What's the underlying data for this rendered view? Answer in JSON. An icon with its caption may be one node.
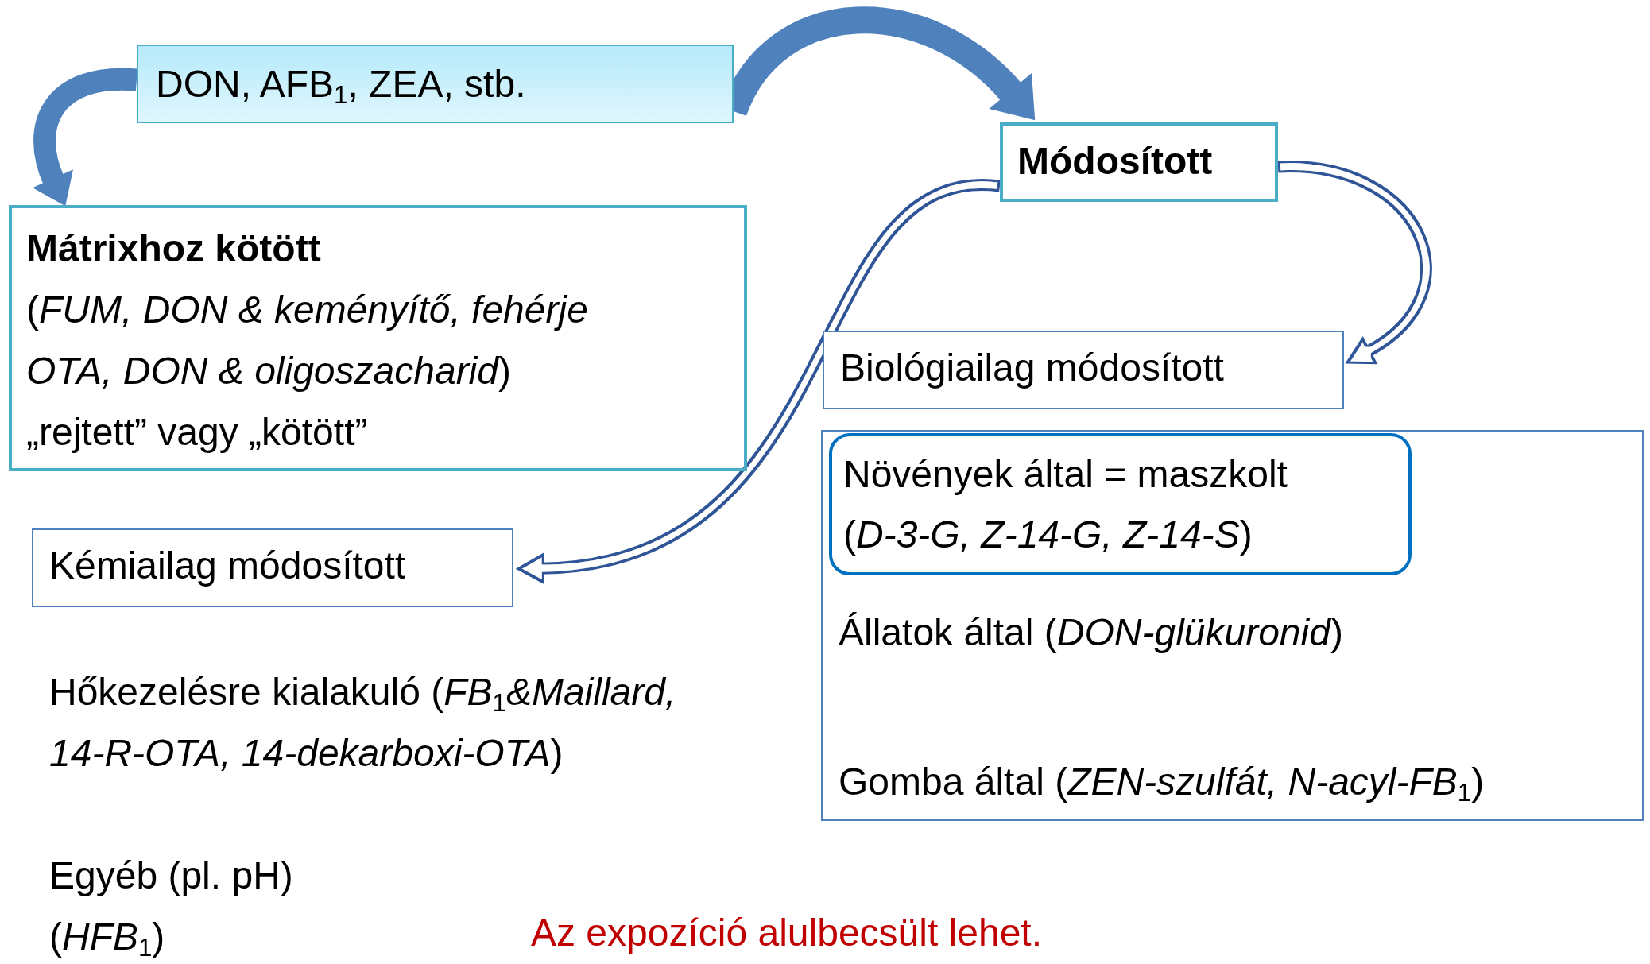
{
  "diagram": {
    "nodes": [
      {
        "text": [
          "DON, AFB$_{1}$, ZEA, stb."
        ]
      },
      {
        "text": [
          "Mátrixhoz kötött",
          "(*FUM, DON & keményítő, fehérje OTA, DON & oligoszacharid*)",
          "„rejtett” vagy „kötött”"
        ]
      },
      {
        "text": [
          "Módosított"
        ]
      },
      {
        "text": [
          "Kémiailag módosított"
        ]
      },
      {
        "text": [
          "Biológiailag módosított"
        ]
      },
      {
        "text": [
          "Állatok által (*DON-glükuronid*)",
          "Gomba által (*ZEN-szulfát, N-acyl-FB*$_{1}$)"
        ]
      },
      {
        "text": [
          "Növények által = maszkolt",
          "(*D-3-G, Z-14-G, Z-14-S*)"
        ],
        "in": 5
      }
    ],
    "edges": [
      {
        "from": 0,
        "to": 1,
        "arrow": "to",
        "style": "thick",
        "color": "#4f81bd"
      },
      {
        "from": 0,
        "to": 2,
        "arrow": "to",
        "style": "thick",
        "color": "#4f81bd"
      },
      {
        "from": 2,
        "to": 3,
        "arrow": "to",
        "color": "#2f5597"
      },
      {
        "from": 2,
        "to": 4,
        "arrow": "to",
        "color": "#2f5597"
      }
    ],
    "labels": [
      "Hőkezelésre kialakuló (*FB*$_{1}$*&Maillard, 14-R-OTA, 14-dekarboxi-OTA*)",
      "Egyéb (pl. pH) (*HFB*$_{1}$)",
      "Az expozíció alulbecsült lehet."
    ]
  }
}
